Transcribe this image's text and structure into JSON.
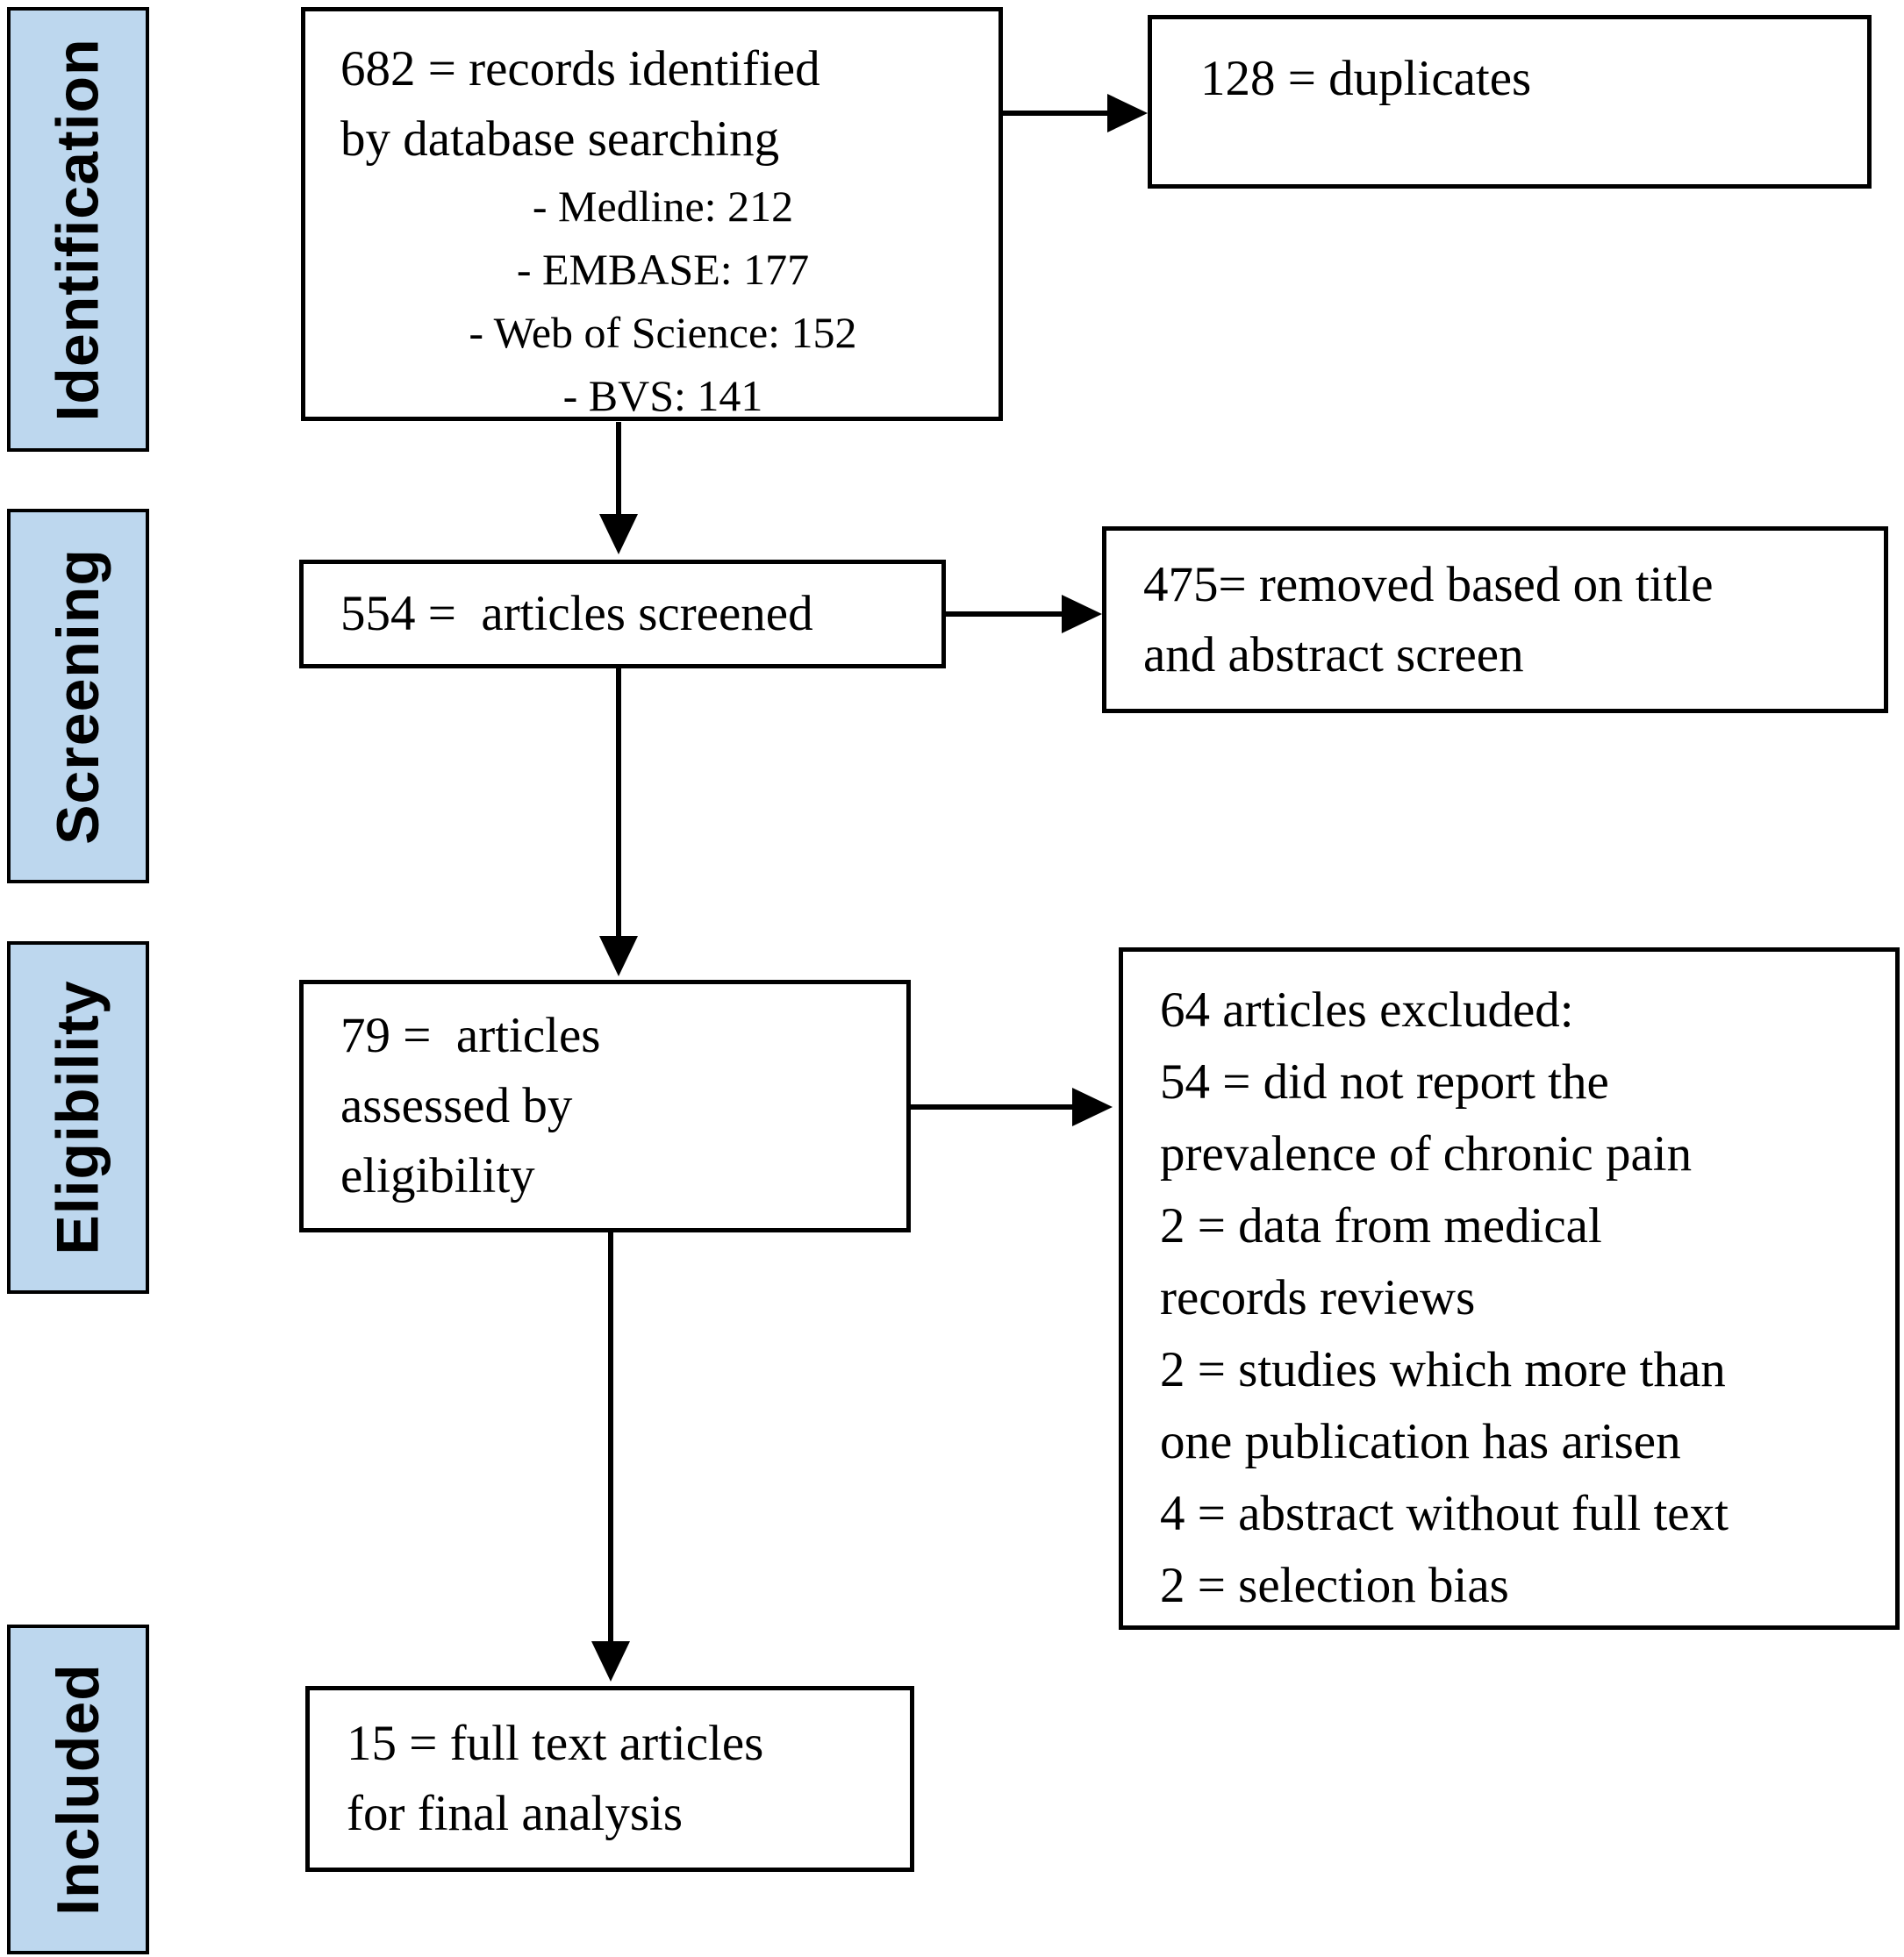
{
  "diagram_type": "PRISMA systematic review flow diagram",
  "colors": {
    "stage_fill": "#BDD7EE",
    "line": "#000000",
    "background": "#FFFFFF",
    "text": "#000000"
  },
  "stages": [
    {
      "id": "identification",
      "label": "Identification"
    },
    {
      "id": "screening",
      "label": "Screening"
    },
    {
      "id": "eligibility",
      "label": "Eligibility"
    },
    {
      "id": "included",
      "label": "Included"
    }
  ],
  "boxes": {
    "records": {
      "lines": [
        "682 = records identified",
        "by database searching"
      ],
      "sublines": [
        "- Medline: 212",
        "- EMBASE: 177",
        "- Web of Science: 152",
        "- BVS: 141"
      ]
    },
    "duplicates": {
      "lines": [
        "128 = duplicates"
      ]
    },
    "screened": {
      "lines": [
        "554 =  articles screened"
      ]
    },
    "removed": {
      "lines": [
        "475= removed based on title",
        "and abstract screen"
      ]
    },
    "assessed": {
      "lines": [
        "79 =  articles",
        "assessed by",
        "eligibility"
      ]
    },
    "excluded": {
      "lines": [
        "64 articles excluded:",
        "54 = did not report the",
        "prevalence of chronic pain",
        "2 = data from medical",
        "records reviews",
        "2 = studies which more than",
        "one publication has arisen",
        "4 = abstract without full text",
        "2 = selection bias"
      ]
    },
    "final": {
      "lines": [
        "15 = full text articles",
        "for final analysis"
      ]
    }
  }
}
